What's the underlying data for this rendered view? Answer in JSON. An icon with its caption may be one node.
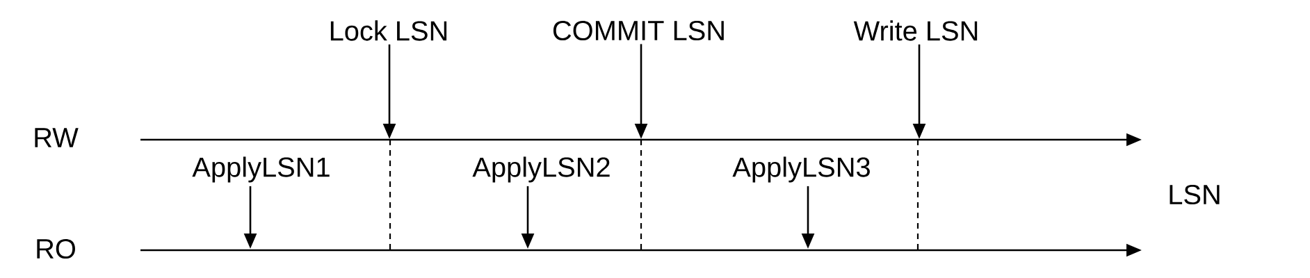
{
  "diagram": {
    "nodes": [
      {
        "text": [
          "Lock LSN"
        ]
      },
      {
        "text": [
          "COMMIT LSN"
        ]
      },
      {
        "text": [
          "Write LSN"
        ]
      },
      {
        "text": [
          "ApplyLSN1"
        ]
      },
      {
        "text": [
          "ApplyLSN2"
        ]
      },
      {
        "text": [
          "ApplyLSN3"
        ]
      }
    ],
    "edges": [
      {
        "from": 0,
        "to": null,
        "arrow": "to"
      },
      {
        "from": 1,
        "to": null,
        "arrow": "to"
      },
      {
        "from": 2,
        "to": null,
        "arrow": "to"
      },
      {
        "from": 3,
        "to": null,
        "arrow": "to"
      },
      {
        "from": 4,
        "to": null,
        "arrow": "to"
      },
      {
        "from": 5,
        "to": null,
        "arrow": "to"
      }
    ],
    "labels": [
      "RW",
      "RO",
      "LSN"
    ]
  }
}
